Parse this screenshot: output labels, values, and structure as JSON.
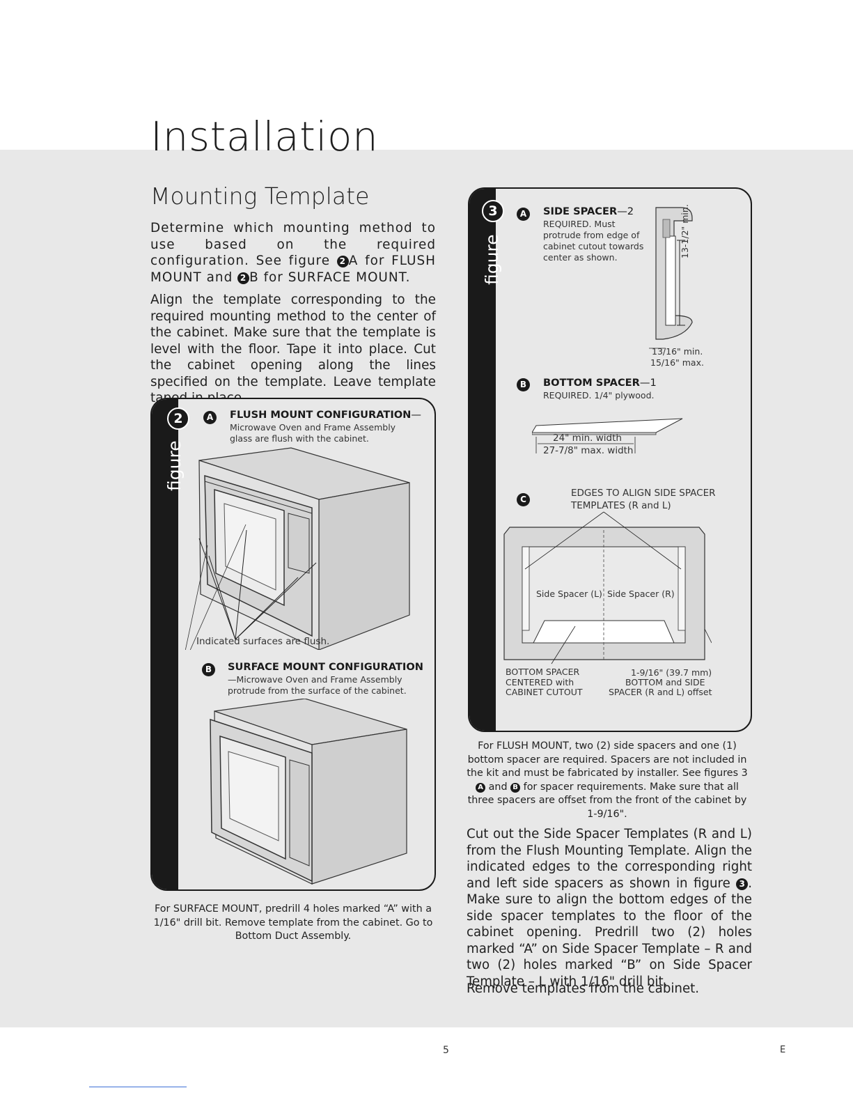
{
  "header": {
    "title": "Installation"
  },
  "section": {
    "title": "Mounting Template"
  },
  "intro": {
    "p1_a": "Determine which mounting method to use based on the required configuration. See figure",
    "bullet": "2",
    "p1_b": "A for FLUSH MOUNT and",
    "p1_c": "B for SURFACE MOUNT.",
    "p2": "Align the template corresponding to the required mounting method to the center of the cabinet. Make sure that the template is level with the floor. Tape it into place. Cut the cabinet opening along the lines specified on the template. Leave template taped in place."
  },
  "figure2": {
    "word": "figure",
    "number": "2",
    "a": {
      "marker": "A",
      "heading": "FLUSH MOUNT CONFIGURATION",
      "dash": "—",
      "desc": "Microwave Oven and Frame Assembly glass are flush with the cabinet.",
      "note": "Indicated surfaces are flush."
    },
    "b": {
      "marker": "B",
      "heading": "SURFACE MOUNT CONFIGURATION",
      "desc": "—Microwave Oven and Frame Assembly protrude from the surface of the cabinet."
    },
    "caption": "For SURFACE MOUNT, predrill 4 holes marked “A” with a 1/16\" drill bit. Remove template from the cabinet. Go to Bottom Duct Assembly."
  },
  "figure3": {
    "word": "figure",
    "number": "3",
    "a": {
      "marker": "A",
      "heading": "SIDE SPACER",
      "dash": "—2",
      "desc": "REQUIRED. Must protrude from edge of cabinet cutout towards center as shown.",
      "dim_height": "13-1/2\" min.",
      "dim_min": "13/16\" min.",
      "dim_max": "15/16\" max."
    },
    "b": {
      "marker": "B",
      "heading": "BOTTOM SPACER",
      "dash": "—1",
      "desc": "REQUIRED. 1/4\" plywood.",
      "width_min": "24\" min. width",
      "width_max": "27-7/8\" max. width"
    },
    "c": {
      "marker": "C",
      "desc": "EDGES TO ALIGN SIDE SPACER TEMPLATES (R and L)",
      "side_left": "Side Spacer (L)",
      "side_right": "Side Spacer (R)",
      "bottom_note": "BOTTOM SPACER CENTERED with CABINET CUTOUT",
      "offset_note_1": "1-9/16\" (39.7 mm)",
      "offset_note_2": "BOTTOM and SIDE",
      "offset_note_3": "SPACER (R and L) offset"
    },
    "caption_a": "For FLUSH MOUNT, two (2) side spacers and one (1) bottom spacer are required. Spacers are not included in the kit and must be fabricated by installer. See figures 3",
    "caption_ba": "A",
    "caption_and": "and",
    "caption_bb": "B",
    "caption_b": "for spacer requirements. Make sure that all three spacers are offset from the front of the cabinet by 1-9/16\"."
  },
  "body": {
    "p3_a": "Cut out the Side Spacer Templates (R and L) from the Flush Mounting Template. Align the indicated edges to the corresponding right and left side spacers as shown in figure",
    "p3_bullet": "3",
    "p3_b": ". Make sure to align the bottom edges of the side spacer templates to the floor of the cabinet opening. Predrill two (2) holes marked “A” on Side Spacer Template – R and two (2) holes marked “B” on Side Spacer Template – L with 1/16\" drill bit.",
    "p4": "Remove templates from the cabinet."
  },
  "footer": {
    "page": "5",
    "lang": "E"
  }
}
